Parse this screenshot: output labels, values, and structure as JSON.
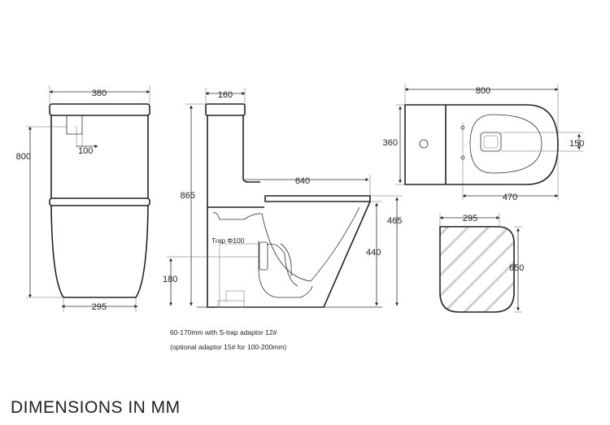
{
  "front_view": {
    "width_top": "380",
    "height": "800",
    "inlet_offset": "100",
    "base_width": "295"
  },
  "side_view": {
    "cistern_depth": "160",
    "overall_height": "865",
    "cistern_projection": "640",
    "seat_height": "465",
    "pan_height": "440",
    "outlet_height": "180",
    "trap_label": "Trap Φ100"
  },
  "top_view": {
    "overall_length": "800",
    "width": "360",
    "seat_length": "470",
    "seat_opening": "150"
  },
  "footprint_view": {
    "width": "295",
    "length": "650"
  },
  "notes": {
    "line1": "60-170mm with S-trap adaptor 12#",
    "line2": "(optional adaptor 15# for 100-200mm)"
  },
  "heading": "DIMENSIONS IN MM"
}
